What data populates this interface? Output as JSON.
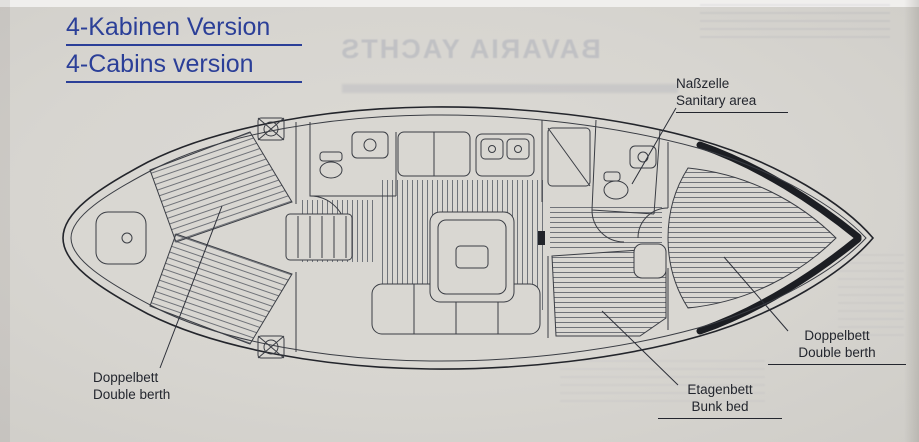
{
  "title": {
    "de": "4-Kabinen Version",
    "en": "4-Cabins version"
  },
  "watermark": "BAVARIA YACHTS",
  "callouts": {
    "sanitary": {
      "de": "Naßzelle",
      "en": "Sanitary area"
    },
    "double_berth_aft": {
      "de": "Doppelbett",
      "en": "Double berth"
    },
    "double_berth_fwd": {
      "de": "Doppelbett",
      "en": "Double berth"
    },
    "bunk_bed": {
      "de": "Etagenbett",
      "en": "Bunk bed"
    }
  },
  "colors": {
    "title_blue": "#2b3f98",
    "ink": "#2c2f38",
    "paper": "#d7d5d0"
  }
}
